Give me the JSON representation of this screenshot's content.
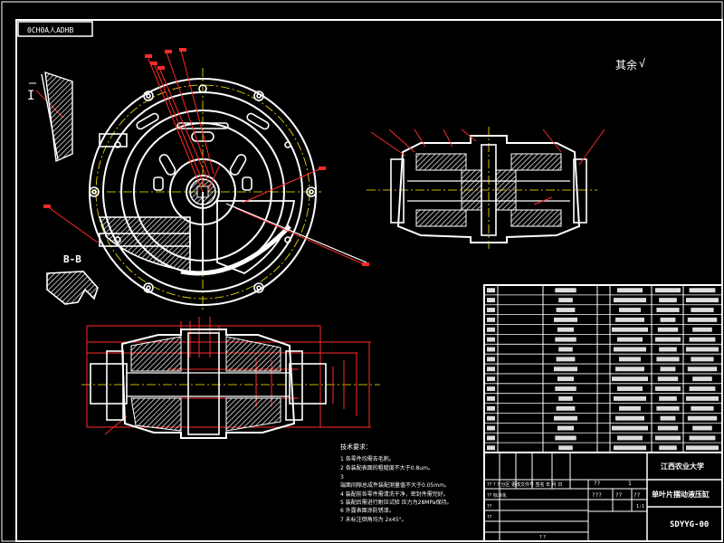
{
  "drawing": {
    "frame_tag": "0CH0A人ADHB",
    "roughness_note": "其余",
    "roughness_symbol": "√",
    "section_label": "B-B",
    "detail_label": "I"
  },
  "title_block": {
    "school": "江西农业大学",
    "product": "单叶片摆动液压缸",
    "drawing_no": "SDYYG-00",
    "scale": "1:1",
    "quantity": "1",
    "mark_a": "??",
    "mark_b": "???",
    "mark_c": "??",
    "mark_d": "??",
    "header_cols": "?? ? ? 分区 更改文件号 签名 年 月 日",
    "row_design": "?? 标准化",
    "row_process": "??",
    "row_check": "??",
    "row_approve": "? ?"
  },
  "tech_req": {
    "title": "技术要求：",
    "items": [
      "1 各零件均需去毛刺。",
      "2 各装配表面的粗糙度不大于0.8um。",
      "3 ",
      "端面间隙总成件装配测量值不大于0.05mm。",
      "4 装配前各零件需清洗干净，密封件需完好。",
      "5 装配后需进行耐压试验 压力为28MPa保持。",
      "6 外露表面涂防锈漆。",
      "7 未标注倒角均为 2x45°。"
    ]
  }
}
